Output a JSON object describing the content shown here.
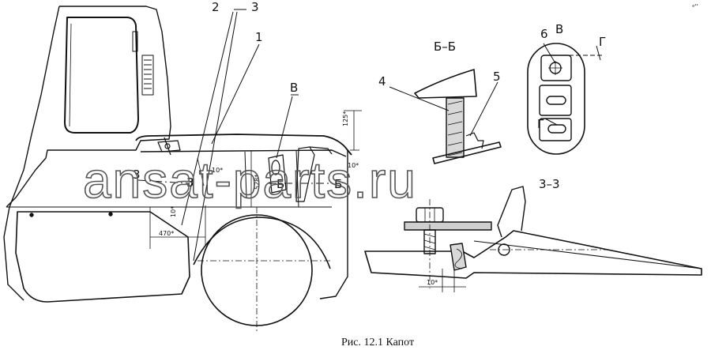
{
  "labels": {
    "n1": "1",
    "n2": "2",
    "n3_top": "3",
    "n3_left": "3",
    "n3_mid": "3",
    "n4": "4",
    "n5": "5",
    "n6": "6",
    "b_view": "В",
    "v_view": "В",
    "b_small": "Б",
    "b_small_right": "Б",
    "g_top": "Г",
    "g_mid": "Г",
    "section_bb": "Б–Б",
    "section_33": "3–3"
  },
  "dimensions": {
    "d125": "125*",
    "d10_top": "10*",
    "d528": "528*",
    "d10_left": "10*",
    "d470": "470*",
    "d10_bottom": "10*",
    "d10_rear": "10*"
  },
  "watermark": "ansat-parts.ru",
  "caption": "Рис. 12.1 Капот",
  "corner_mark": "ᵃ''"
}
